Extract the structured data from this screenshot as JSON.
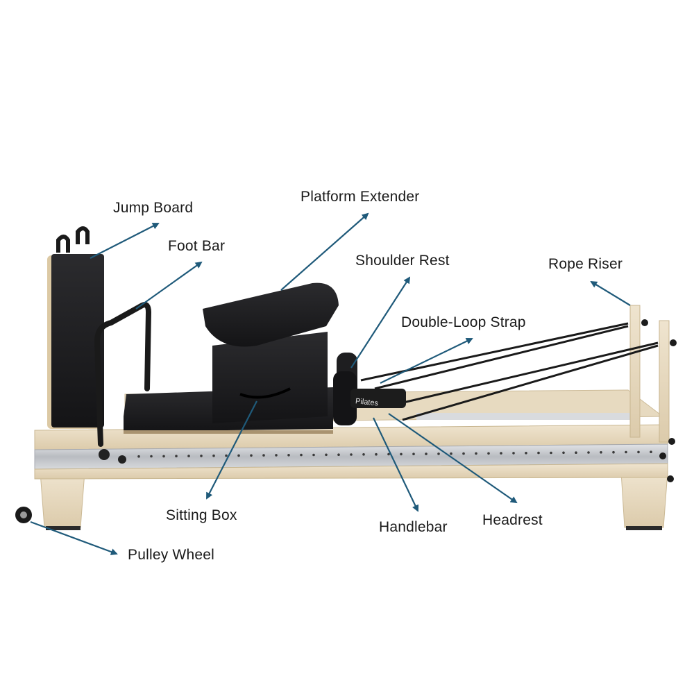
{
  "labels": {
    "jump_board": "Jump Board",
    "foot_bar": "Foot Bar",
    "platform_extender": "Platform Extender",
    "shoulder_rest": "Shoulder Rest",
    "rope_riser": "Rope Riser",
    "double_loop_strap": "Double-Loop Strap",
    "sitting_box": "Sitting Box",
    "handlebar": "Handlebar",
    "headrest": "Headrest",
    "pulley_wheel": "Pulley Wheel"
  },
  "carriage_brand": "Pilates",
  "colors": {
    "arrow": "#1f5a7a",
    "wood": "#e9dcc4",
    "wood_dark": "#d6c5a6",
    "upholstery": "#1c1c1e",
    "rail": "#c9cbcf"
  }
}
